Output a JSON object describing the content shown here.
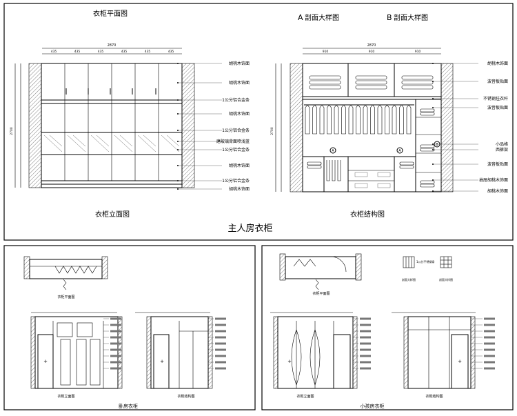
{
  "sheet_title": "主人房衣柜",
  "top_panels": {
    "plan_title": "衣柜平面图",
    "section_a_letter": "A",
    "section_a_text": "剖面大样图",
    "section_b_letter": "B",
    "section_b_text": "剖面大样图",
    "elevation_title": "衣柜立面图",
    "structure_title": "衣柜结构图",
    "elevation_dims": {
      "overall": "2870",
      "segments": [
        "435",
        "435",
        "435",
        "435",
        "435",
        "435"
      ],
      "left_vertical": "2700"
    },
    "structure_dims": {
      "overall": "2870",
      "segments": [
        "910",
        "910",
        "910"
      ],
      "left_vertical": "2700"
    },
    "elevation_labels": [
      "胡桃木饰面",
      "胡桃木饰面",
      "1公分铝合金条",
      "胡桃木饰面",
      "1公分铝合金条",
      "磨玻璃背面喷浅蓝",
      "1公分铝合金条",
      "胡桃木饰面",
      "1公分铝合金条",
      "胡桃木饰面"
    ],
    "structure_labels": [
      "胡桃木饰面",
      "波音板贴面",
      "不锈钢挂衣杆",
      "波音板贴面",
      "小品格",
      "西裤架",
      "波音板贴面",
      "抽屉胡桃木饰面",
      "胡桃木饰面"
    ],
    "callout_a": "A",
    "callout_b": "B"
  },
  "bottom_left": {
    "caption": "卧房衣柜",
    "plan_title": "衣柜平面图",
    "elevation_title": "衣柜立面图",
    "structure_title": "衣柜结构图"
  },
  "bottom_right": {
    "caption": "小孩房衣柜",
    "plan_title": "衣柜平面图",
    "section_a_title": "剖面大样图",
    "section_b_title": "剖面大样图",
    "elevation_title": "衣柜立面图",
    "structure_title": "衣柜结构图",
    "aluminium_note": "1公分不锈钢条"
  }
}
